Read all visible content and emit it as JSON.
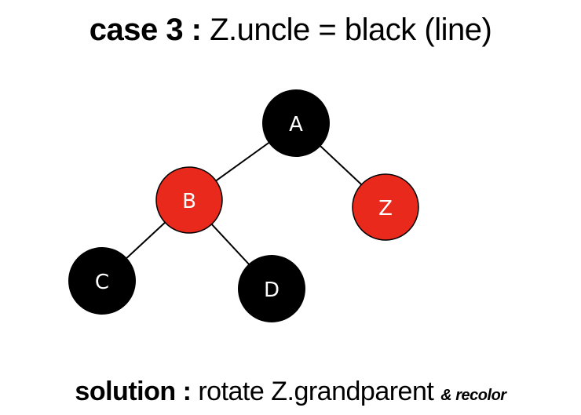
{
  "header": {
    "case_label": "case 3 :",
    "case_text": "Z.uncle = black (line)"
  },
  "tree": {
    "nodes": [
      {
        "id": "A",
        "label": "A",
        "color": "#000000"
      },
      {
        "id": "B",
        "label": "B",
        "color": "#e8291c"
      },
      {
        "id": "Z",
        "label": "Z",
        "color": "#e8291c"
      },
      {
        "id": "C",
        "label": "C",
        "color": "#000000"
      },
      {
        "id": "D",
        "label": "D",
        "color": "#000000"
      }
    ],
    "edges": [
      {
        "from": "A",
        "to": "B"
      },
      {
        "from": "A",
        "to": "Z"
      },
      {
        "from": "B",
        "to": "C"
      },
      {
        "from": "B",
        "to": "D"
      }
    ]
  },
  "footer": {
    "solution_label": "solution :",
    "solution_text": "rotate Z.grandparent",
    "solution_extra": "& recolor"
  }
}
